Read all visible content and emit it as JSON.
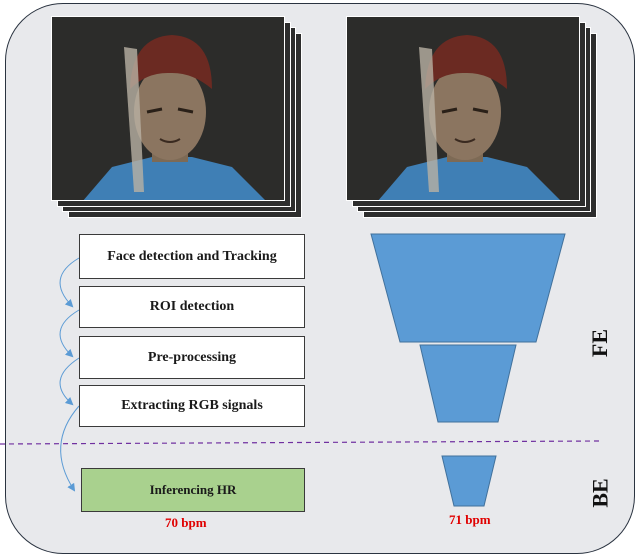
{
  "steps": [
    {
      "label": "Face detection and Tracking"
    },
    {
      "label": "ROI detection"
    },
    {
      "label": "Pre-processing"
    },
    {
      "label": "Extracting RGB signals"
    }
  ],
  "inference": {
    "label": "Inferencing HR"
  },
  "results": {
    "left_bpm": "70 bpm",
    "right_bpm": "71 bpm"
  },
  "sections": {
    "fe": "FE",
    "be": "BE"
  },
  "colors": {
    "funnel": "#5b9bd5",
    "green_box": "#a9d18e",
    "divider": "#7030a0",
    "arrow": "#5b9bd5",
    "bpm": "#e00000"
  }
}
